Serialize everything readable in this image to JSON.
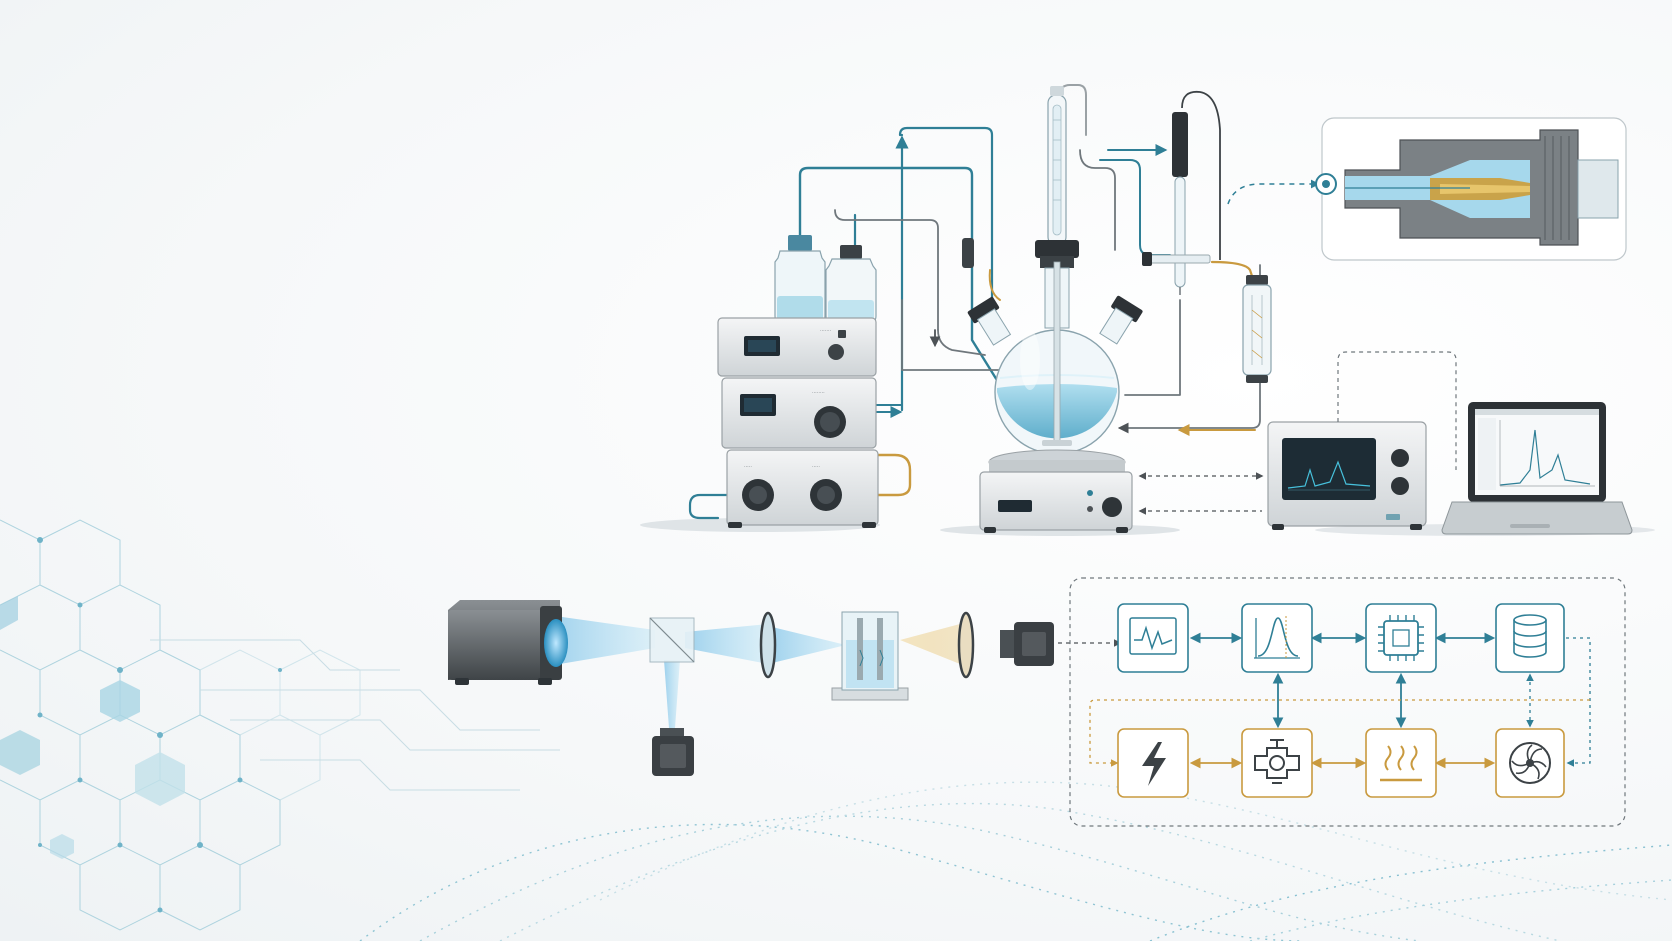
{
  "colors": {
    "accent_blue": "#2f7f96",
    "accent_gold": "#c99a3f",
    "steel_dark": "#4d5256",
    "liquid": "#7cc4dc",
    "screen": "#1d2c35",
    "line_gray": "#8b9297"
  },
  "scene": {
    "background_decoration": [
      "hexagon-network",
      "dotted-waves"
    ],
    "lab_setup": [
      "solvent-bottle",
      "solvent-bottle",
      "pump-module",
      "pump-module",
      "pump-module",
      "three-neck-flask",
      "stir-plate",
      "condenser",
      "ph-probe",
      "filter-cartridge",
      "detector-unit",
      "laptop",
      "fitting-cutaway-inset"
    ],
    "optical_path": [
      "light-source",
      "beam-splitter",
      "lens",
      "sample-cuvette",
      "lens",
      "camera",
      "camera"
    ],
    "block_diagram": {
      "top_row": [
        "waveform-icon",
        "gaussian-peak-icon",
        "chip-icon",
        "database-icon"
      ],
      "bottom_row": [
        "lightning-icon",
        "valve-icon",
        "heater-icon",
        "fan-icon"
      ]
    }
  }
}
